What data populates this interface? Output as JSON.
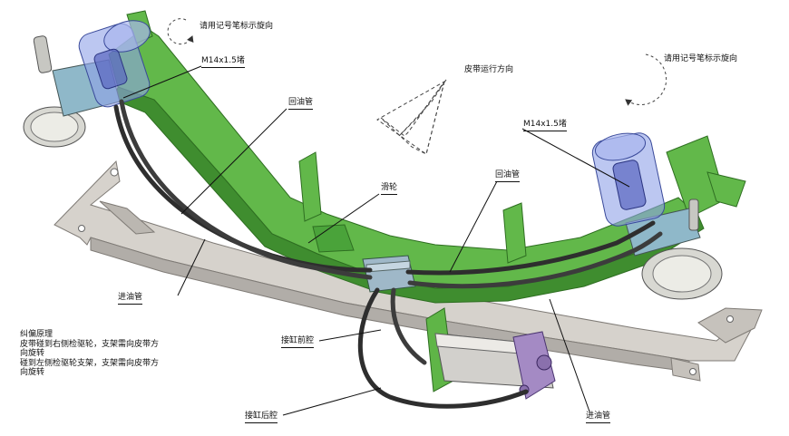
{
  "colors": {
    "frame_green": "#5fb547",
    "frame_green_dark": "#3d8a2c",
    "base_gray": "#c9c5c0",
    "hose": "#3a3a3a",
    "cylinder_purple": "#9a84b8",
    "glass_blue": "#8fa2e8"
  },
  "labels": {
    "rotate_left": "请用记号笔标示旋向",
    "rotate_right": "请用记号笔标示旋向",
    "thread_left": "M14x1.5堵",
    "thread_right": "M14x1.5堵",
    "belt_direction": "皮带运行方向",
    "return_pipe_1": "回油管",
    "return_pipe_2": "回油管",
    "valve": "滑轮",
    "inlet_pipe_1": "进油管",
    "inlet_pipe_2": "进油管",
    "cylinder_front": "接缸前腔",
    "cylinder_rear": "接缸后腔"
  },
  "note": {
    "title": "纠偏原理",
    "line1": "皮带碰到右侧检驱轮，支架需向皮带方",
    "line2": "向旋转",
    "line3": "碰到左侧检驱轮支架，支架需向皮带方",
    "line4": "向旋转"
  }
}
